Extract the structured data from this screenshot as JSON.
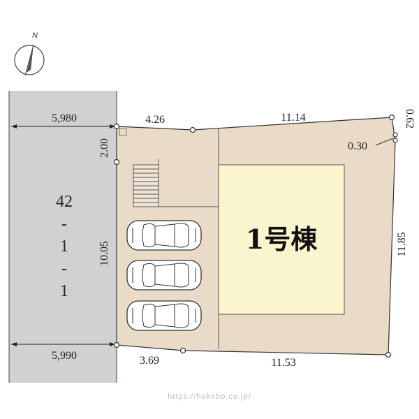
{
  "north_label": "N",
  "road": {
    "number_lines": [
      "42",
      "-",
      "1",
      "-",
      "1"
    ],
    "width_top": "5,980",
    "width_bottom": "5,990"
  },
  "building": {
    "label": "1号棟"
  },
  "dimensions": {
    "top_left_segment": "4.26",
    "top_right_segment": "11.14",
    "top_right_corner_a": "0.62",
    "top_right_corner_b": "0.30",
    "left_short": "2.00",
    "left_long": "10.05",
    "right_side": "11.85",
    "bottom_left_segment": "3.69",
    "bottom_right_segment": "11.53"
  },
  "parking": {
    "car_count": 3,
    "icon": "car-icon"
  },
  "watermark": "https://hokobo.co.jp/",
  "colors": {
    "road": "#cfd1d3",
    "lot": "#eadbc9",
    "building": "#fbf5cf",
    "outline": "#333333"
  }
}
